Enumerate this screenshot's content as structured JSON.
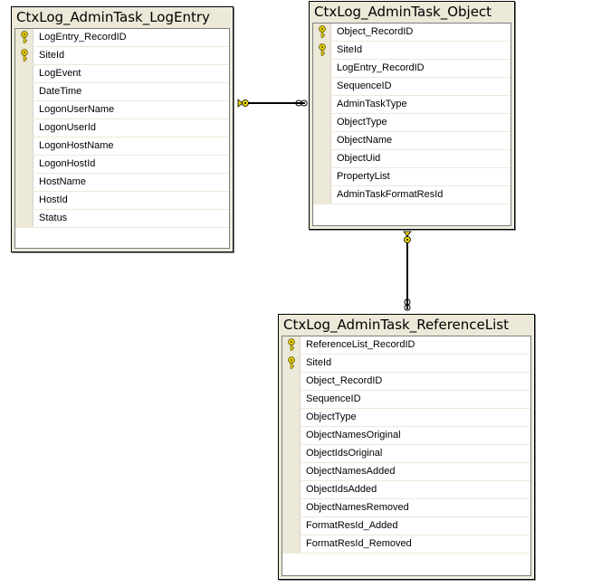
{
  "tables": {
    "logentry": {
      "name": "CtxLog_AdminTask_LogEntry",
      "columns": [
        {
          "name": "LogEntry_RecordID",
          "primary_key": true
        },
        {
          "name": "SiteId",
          "primary_key": true
        },
        {
          "name": "LogEvent",
          "primary_key": false
        },
        {
          "name": "DateTime",
          "primary_key": false
        },
        {
          "name": "LogonUserName",
          "primary_key": false
        },
        {
          "name": "LogonUserId",
          "primary_key": false
        },
        {
          "name": "LogonHostName",
          "primary_key": false
        },
        {
          "name": "LogonHostId",
          "primary_key": false
        },
        {
          "name": "HostName",
          "primary_key": false
        },
        {
          "name": "HostId",
          "primary_key": false
        },
        {
          "name": "Status",
          "primary_key": false
        }
      ]
    },
    "object": {
      "name": "CtxLog_AdminTask_Object",
      "columns": [
        {
          "name": "Object_RecordID",
          "primary_key": true
        },
        {
          "name": "SiteId",
          "primary_key": true
        },
        {
          "name": "LogEntry_RecordID",
          "primary_key": false
        },
        {
          "name": "SequenceID",
          "primary_key": false
        },
        {
          "name": "AdminTaskType",
          "primary_key": false
        },
        {
          "name": "ObjectType",
          "primary_key": false
        },
        {
          "name": "ObjectName",
          "primary_key": false
        },
        {
          "name": "ObjectUid",
          "primary_key": false
        },
        {
          "name": "PropertyList",
          "primary_key": false
        },
        {
          "name": "AdminTaskFormatResId",
          "primary_key": false
        }
      ]
    },
    "reflist": {
      "name": "CtxLog_AdminTask_ReferenceList",
      "columns": [
        {
          "name": "ReferenceList_RecordID",
          "primary_key": true
        },
        {
          "name": "SiteId",
          "primary_key": true
        },
        {
          "name": "Object_RecordID",
          "primary_key": false
        },
        {
          "name": "SequenceID",
          "primary_key": false
        },
        {
          "name": "ObjectType",
          "primary_key": false
        },
        {
          "name": "ObjectNamesOriginal",
          "primary_key": false
        },
        {
          "name": "ObjectIdsOriginal",
          "primary_key": false
        },
        {
          "name": "ObjectNamesAdded",
          "primary_key": false
        },
        {
          "name": "ObjectIdsAdded",
          "primary_key": false
        },
        {
          "name": "ObjectNamesRemoved",
          "primary_key": false
        },
        {
          "name": "FormatResId_Added",
          "primary_key": false
        },
        {
          "name": "FormatResId_Removed",
          "primary_key": false
        }
      ]
    }
  },
  "relationships": [
    {
      "from": "logentry",
      "to": "object",
      "from_end": "one",
      "to_end": "many"
    },
    {
      "from": "object",
      "to": "reflist",
      "from_end": "one",
      "to_end": "many"
    }
  ],
  "icons": {
    "primary_key": "key-icon",
    "one_end": "key-icon",
    "many_end": "infinity-icon"
  },
  "colors": {
    "table_frame": "#ece9d8",
    "key_icon": "#e8d400",
    "connector": "#000000"
  }
}
